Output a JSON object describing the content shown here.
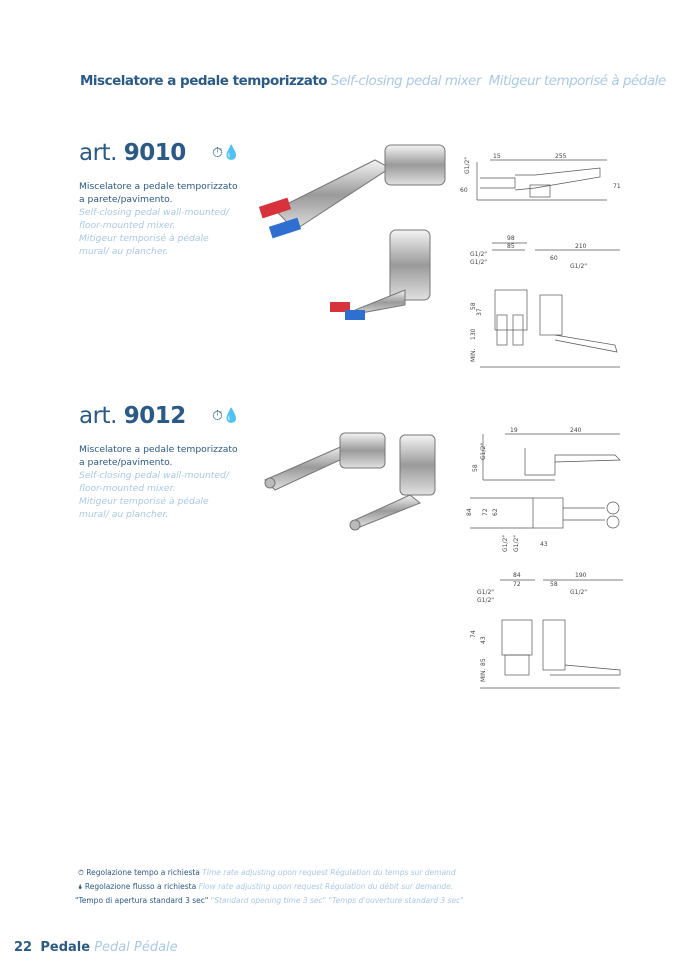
{
  "title": {
    "it": "Miscelatore a pedale temporizzato",
    "en": "Self-closing pedal mixer",
    "fr": "Mitigeur temporisé à pédale"
  },
  "products": [
    {
      "prefix": "art.",
      "code": "9010",
      "desc_it": "Miscelatore a pedale temporizzato a parete/pavimento.",
      "desc_en": "Self-closing pedal wall-mounted/ floor-mounted mixer.",
      "desc_fr": "Mitigeur temporisé à pédale mural/ au plancher.",
      "dims": {
        "side": [
          "G1/2\"",
          "15",
          "255",
          "60",
          "71"
        ],
        "front": [
          "98",
          "85",
          "G1/2\"",
          "G1/2\"",
          "210",
          "60",
          "G1/2\"",
          "58",
          "37",
          "130",
          "MIN."
        ]
      }
    },
    {
      "prefix": "art.",
      "code": "9012",
      "desc_it": "Miscelatore a pedale temporizzato a parete/pavimento.",
      "desc_en": "Self-closing pedal wall-mounted/ floor-mounted mixer.",
      "desc_fr": "Mitigeur temporisé à pédale mural/ au plancher.",
      "dims": {
        "side": [
          "G1/2\"",
          "19",
          "240",
          "58"
        ],
        "top": [
          "84",
          "72",
          "62",
          "G1/2\"",
          "G1/2\"",
          "43"
        ],
        "front": [
          "84",
          "72",
          "190",
          "58",
          "G1/2\"",
          "G1/2\"",
          "G1/2\"",
          "74",
          "43",
          "85",
          "MIN."
        ]
      }
    }
  ],
  "legend": [
    {
      "icon": "timer-icon",
      "it": "Regolazione tempo a richiesta",
      "other": "Time rate adjusting upon request Régulation du temps sur demand"
    },
    {
      "icon": "water-drop-icon",
      "it": "Regolazione flusso a richiesta",
      "other": "Flow rate adjusting upon request Régulation du débit sur demande."
    },
    {
      "icon": "",
      "it": "\"Tempo di apertura standard 3 sec\"",
      "other": "\"Standard opening time 3 sec\" \"Temps d'ouverture standard 3 sec\""
    }
  ],
  "footer": {
    "page": "22",
    "section": "Pedale",
    "en_fr": "Pedal Pédale"
  },
  "colors": {
    "dark": "#2a5a86",
    "light": "#a9c9e6",
    "red": "#d8323c",
    "blue": "#2f6fd0"
  }
}
